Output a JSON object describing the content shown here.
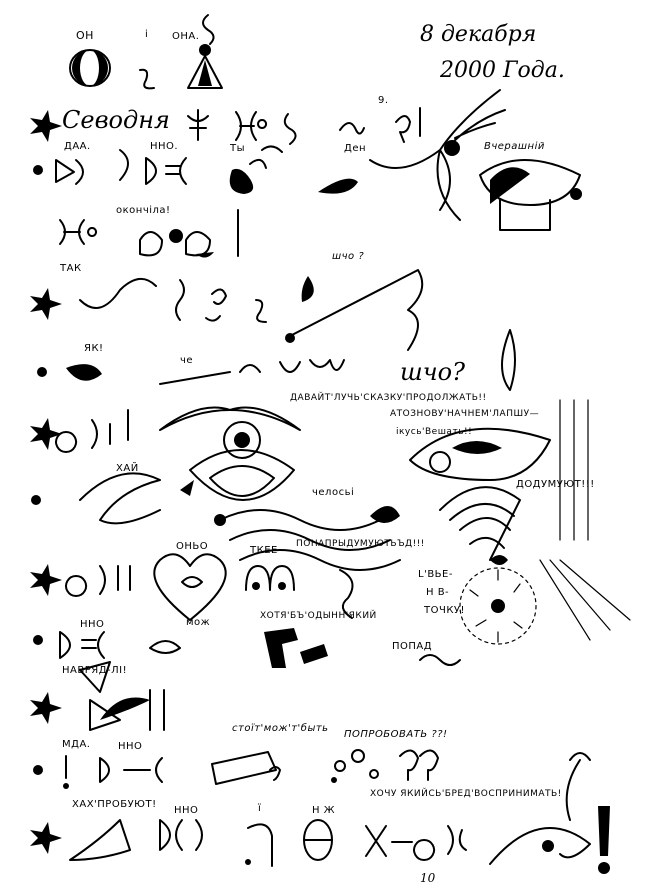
{
  "header": {
    "date_line": "8 декабря",
    "year_line": "2000 Года."
  },
  "labels": {
    "on": "ОН",
    "i": "і",
    "ona": "ОНА.",
    "sevodnya": "Севодня",
    "nine": "9.",
    "da": "ДАА.",
    "nno1": "ННО.",
    "ty": "Ты",
    "den": "Ден",
    "vcherashny": "Вчерашній",
    "okonchila": "окончіла!",
    "tak": "ТАК",
    "shcho1": "шчо ?",
    "yak": "ЯК!",
    "che": "че",
    "shcho2": "шчо?",
    "davay": "ДАВАЙТ'ЛУЧЬ'СКАЗКУ'ПРОДОЛЖАТЬ!!",
    "atoznovu": "АТОЗНОВУ'НАЧНЕМ'ЛАПШУ—",
    "ikus": "ікусь'Вешать!!",
    "khay": "ХАЙ",
    "chelosbi": "челосьі",
    "dodumuyoot": "ДОДУМУЮТ!!!",
    "onyo": "ОНЬО",
    "tkee": "ТКЕЕ",
    "ponapri": "ПОНАПРЫДУМУЮТЬЪД!!!",
    "mozh": "мож",
    "khotya": "ХОТЯ'БЪ'ОДЫНН'ЯКИЙ",
    "lbse": "L'ВЬЕ-",
    "nv": "Н В-",
    "tochku": "ТОЧКУ!",
    "nno2": "ННО",
    "navryadli": "НАВРЯД-ЛІ!",
    "popad": "ПОПАД",
    "stoit": "стоїт'мож'т'быть",
    "poprobovat": "ПОПРОБОВАТЬ ??!",
    "mda": "МДА.",
    "nno3": "ННО",
    "khakh": "ХАХ'ПРОБУЮТ!",
    "nno4": "ННО",
    "i2": "ї",
    "nzh": "Н Ж",
    "khochu": "ХОЧУ ЯКИЙСЬ'БРЕД'ВОСПРИНИМАТЬ!",
    "page_number": "10"
  }
}
